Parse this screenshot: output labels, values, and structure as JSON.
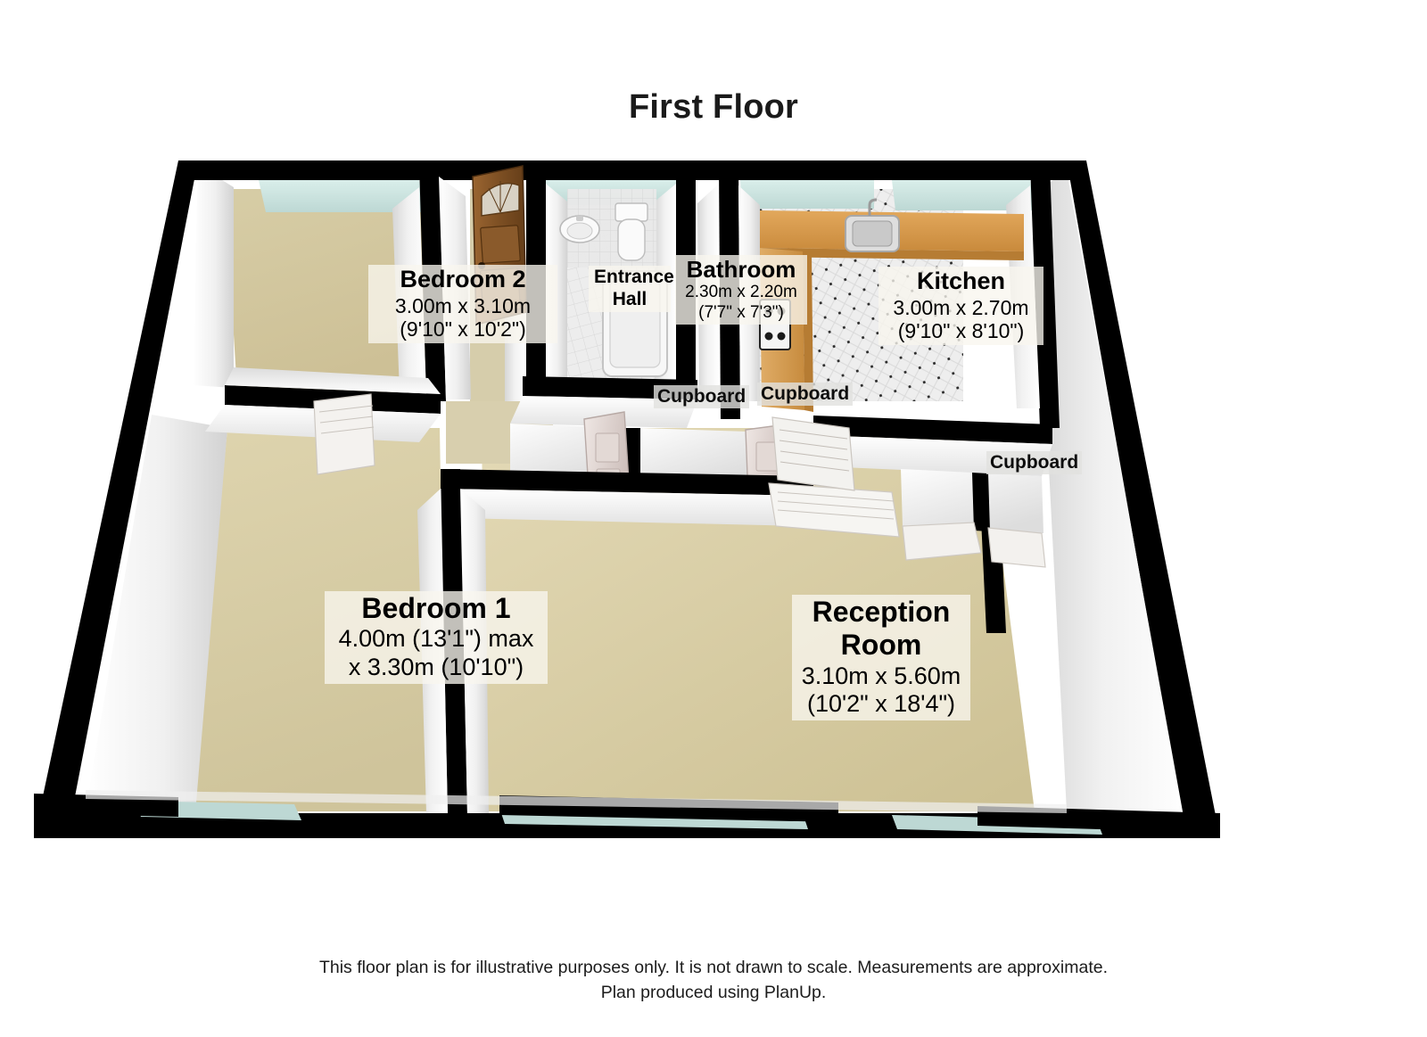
{
  "title": "First Floor",
  "rooms": [
    {
      "key": "bedroom2",
      "name": "Bedroom 2",
      "dim_metric": "3.00m x 3.10m",
      "dim_imperial": "(9'10\" x 10'2\")"
    },
    {
      "key": "entrance_hall",
      "name_line1": "Entrance",
      "name_line2": "Hall"
    },
    {
      "key": "bathroom",
      "name": "Bathroom",
      "dim_metric": "2.30m x 2.20m",
      "dim_imperial": "(7'7\" x 7'3\")"
    },
    {
      "key": "kitchen",
      "name": "Kitchen",
      "dim_metric": "3.00m x 2.70m",
      "dim_imperial": "(9'10\" x 8'10\")"
    },
    {
      "key": "bedroom1",
      "name": "Bedroom 1",
      "dim_metric": "4.00m (13'1\") max",
      "dim_imperial": "x 3.30m (10'10\")"
    },
    {
      "key": "reception_room",
      "name_line1": "Reception",
      "name_line2": "Room",
      "dim_metric": "3.10m x 5.60m",
      "dim_imperial": "(10'2\" x 18'4\")"
    }
  ],
  "cupboards": [
    {
      "key": "cupboard_hall_left",
      "label": "Cupboard"
    },
    {
      "key": "cupboard_hall_right",
      "label": "Cupboard"
    },
    {
      "key": "cupboard_reception",
      "label": "Cupboard"
    }
  ],
  "footer": {
    "line1": "This floor plan is for illustrative purposes only. It is not drawn to scale. Measurements are approximate.",
    "line2": "Plan produced using PlanUp."
  },
  "colors": {
    "wall_outline": "#000000",
    "wall_face": "#f2f2f2",
    "floor_carpet": "#cfc49b",
    "floor_carpet_light": "#ded3ad",
    "floor_hall": "#d8cfae",
    "floor_tile": "#e6e6e6",
    "window_glass": "#cfe3e0",
    "door_wood": "#8a5a2b",
    "kitchen_worktop": "#d79b4e",
    "background": "#ffffff",
    "label_text": "#000000",
    "label_backdrop": "#f5f3ea"
  },
  "icons": {
    "door_front": "front-door-icon",
    "door_interior": "interior-door-icon",
    "toilet": "toilet-icon",
    "basin": "wash-basin-icon",
    "bath": "bathtub-icon",
    "sink": "kitchen-sink-icon",
    "hob": "cooker-hob-icon",
    "window": "window-icon"
  }
}
